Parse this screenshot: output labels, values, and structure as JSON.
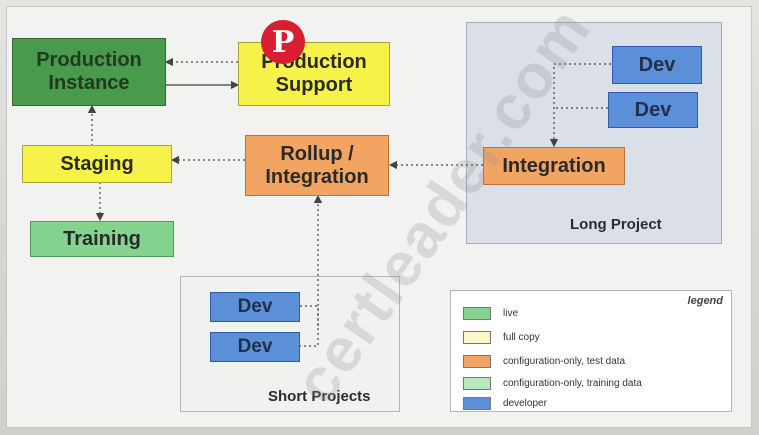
{
  "nodes": {
    "production_instance": "Production\nInstance",
    "production_support": "Production\nSupport",
    "staging": "Staging",
    "training": "Training",
    "rollup": "Rollup /\nIntegration",
    "integration": "Integration",
    "dev_long_1": "Dev",
    "dev_long_2": "Dev",
    "dev_short_1": "Dev",
    "dev_short_2": "Dev"
  },
  "regions": {
    "long_project": "Long Project",
    "short_projects": "Short Projects"
  },
  "legend": {
    "title": "legend",
    "items": [
      {
        "label": "live",
        "color": "#85d38f"
      },
      {
        "label": "full copy",
        "color": "#fdf7c8"
      },
      {
        "label": "configuration-only, test data",
        "color": "#f2a463"
      },
      {
        "label": "configuration-only, training data",
        "color": "#b6e8bc"
      },
      {
        "label": "developer",
        "color": "#5b8fd8"
      }
    ]
  },
  "icons": {
    "pinterest": "pinterest-icon"
  },
  "watermark": "certleader.com"
}
